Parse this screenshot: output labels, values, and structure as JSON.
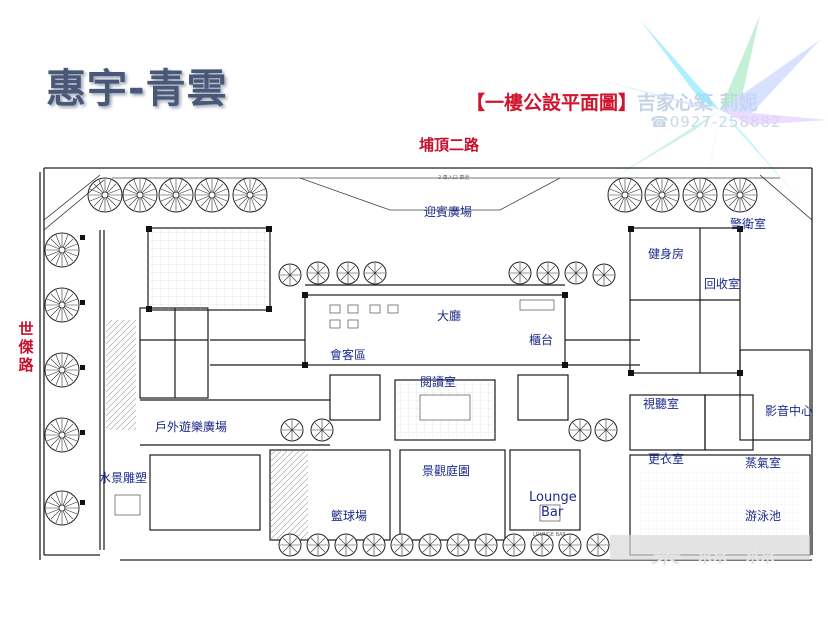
{
  "header": {
    "title": "惠宇-青雲",
    "subtitle": "【一樓公設平面圖】",
    "agent": "吉家心築 莉妮",
    "phone": "0927-258882"
  },
  "roads": {
    "top": "埔頂二路",
    "left": "世傑路"
  },
  "rooms": {
    "welcome_plaza": "迎賓廣場",
    "lobby": "大廳",
    "guest_area": "會客區",
    "counter": "櫃台",
    "reading_room": "閱讀室",
    "outdoor_playground": "戶外遊樂廣場",
    "water_sculpture": "水景雕塑",
    "basketball_court": "籃球場",
    "landscape_garden": "景觀庭園",
    "lounge_bar_1": "Lounge",
    "lounge_bar_2": "Bar",
    "guard_room": "警衛室",
    "gym": "健身房",
    "recycling_room": "回收室",
    "av_room": "視聽室",
    "cinema": "影音中心",
    "changing_room": "更衣室",
    "steam_room": "蒸氣室",
    "pool": "游泳池"
  },
  "small_labels": {
    "entrance_sign": "LOUNGE BAR",
    "driveway": "2 車入口 車道"
  },
  "colors": {
    "title": "#4a5878",
    "subtitle": "#d0142c",
    "road": "#c8102e",
    "room_label": "#1d2a8a",
    "plan_line": "#222222"
  }
}
